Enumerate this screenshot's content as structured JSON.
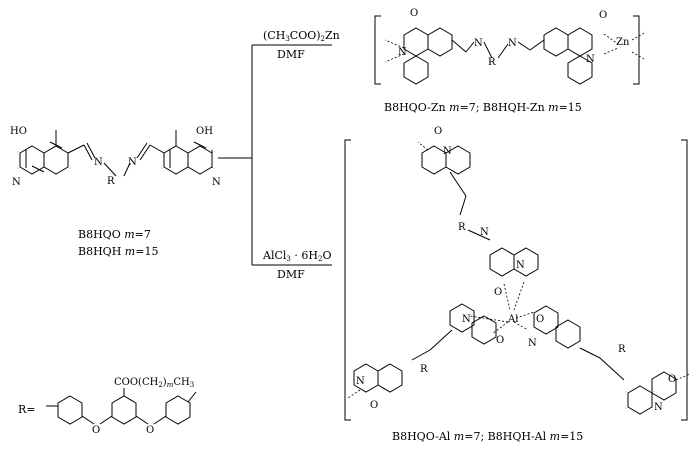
{
  "reagents": {
    "zn_reagent": "(CH",
    "zn_reagent_sub1": "3",
    "zn_reagent_mid": "COO)",
    "zn_reagent_sub2": "2",
    "zn_reagent_end": "Zn",
    "zn_solvent": "DMF",
    "al_reagent": "AlCl",
    "al_reagent_sub1": "3",
    "al_reagent_end": " · 6H",
    "al_reagent_sub2": "2",
    "al_reagent_end2": "O",
    "al_solvent": "DMF"
  },
  "ligand": {
    "label_1": "B8HQO",
    "m_1": "m",
    "value_1": "=7",
    "label_2": "B8HQH",
    "m_2": "m",
    "value_2": "=15",
    "oh_left": "HO",
    "oh_right": "OH",
    "n_ring": "N",
    "n_imine": "N",
    "r": "R"
  },
  "zn_product": {
    "label_a": "B8HQO-Zn",
    "m_a": "m",
    "value_a": "=7;",
    "label_b": "B8HQH-Zn",
    "m_b": "m",
    "value_b": "=15",
    "metal": "Zn",
    "o": "O",
    "n": "N",
    "r": "R"
  },
  "al_product": {
    "label_a": "B8HQO-Al",
    "m_a": "m",
    "value_a": "=7;",
    "label_b": "B8HQH-Al",
    "m_b": "m",
    "value_b": "=15",
    "metal": "Al",
    "o": "O",
    "n": "N",
    "r": "R"
  },
  "r_group": {
    "label": "R=",
    "ester": "COO(CH",
    "ester_sub1": "2",
    "ester_paren": ")",
    "ester_m": "m",
    "ester_ch": "CH",
    "ester_sub2": "3",
    "o": "O"
  }
}
